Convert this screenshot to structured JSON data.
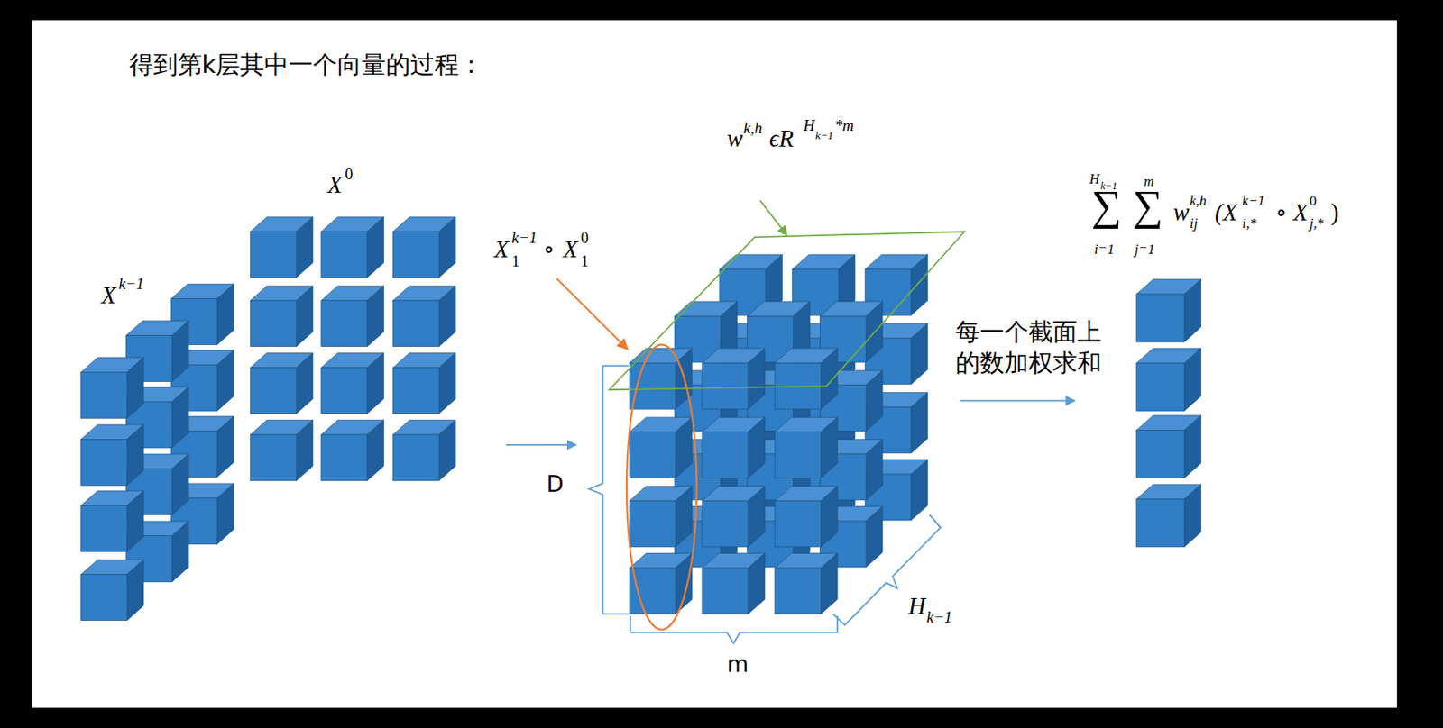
{
  "diagram": {
    "title": "得到第k层其中一个向量的过程：",
    "labels": [
      "X",
      "k−1",
      "X",
      "0",
      "w",
      "k,h",
      "ϵR",
      "H",
      "k−1",
      "*m",
      "X",
      "k−1",
      "1",
      "∘",
      "X",
      "0",
      "1",
      "D",
      "m",
      "H",
      "k−1",
      "每一个截面上 的数加权求和",
      "H",
      "k−1",
      "∑",
      "i=1",
      "m",
      "∑",
      "j=1",
      "w",
      "k,h",
      "ij",
      "(X",
      "k−1",
      "i,*",
      "∘ X",
      "0",
      "j,*",
      ")"
    ]
  }
}
